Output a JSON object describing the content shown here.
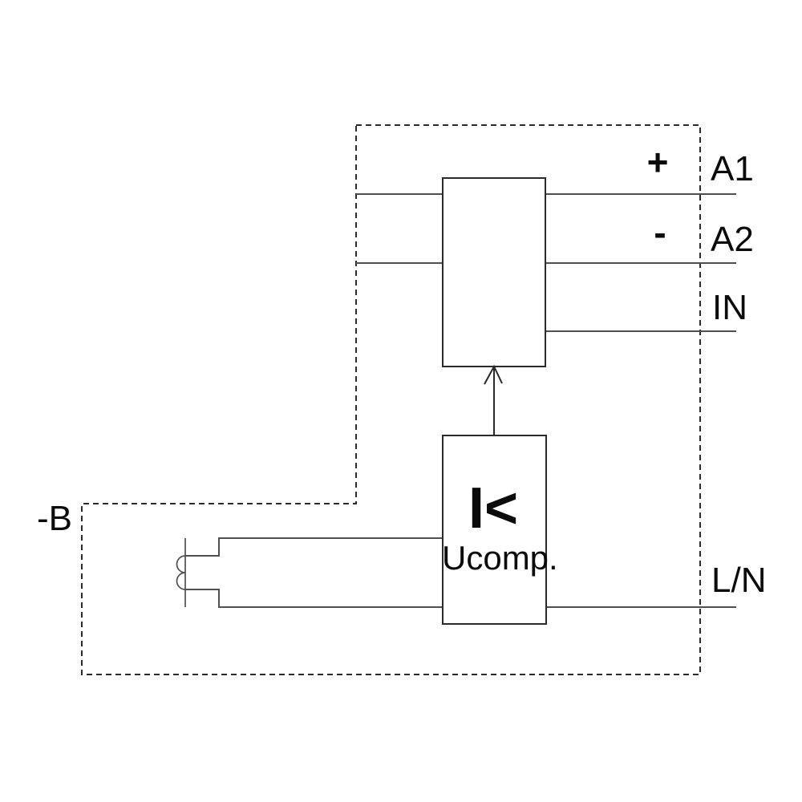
{
  "diagram": {
    "device_reference": "-B",
    "terminals": [
      {
        "id": "a1",
        "label": "A1",
        "polarity": "+"
      },
      {
        "id": "a2",
        "label": "A2",
        "polarity": "-"
      },
      {
        "id": "in",
        "label": "IN",
        "polarity": ""
      },
      {
        "id": "ln",
        "label": "L/N",
        "polarity": ""
      }
    ],
    "comparator": {
      "symbol": "I<",
      "label": "Ucomp."
    },
    "colors": {
      "background": "#ffffff",
      "outline": "#2a2a2a",
      "wire": "#4f4f4f",
      "text": "#0b0b0b"
    }
  }
}
